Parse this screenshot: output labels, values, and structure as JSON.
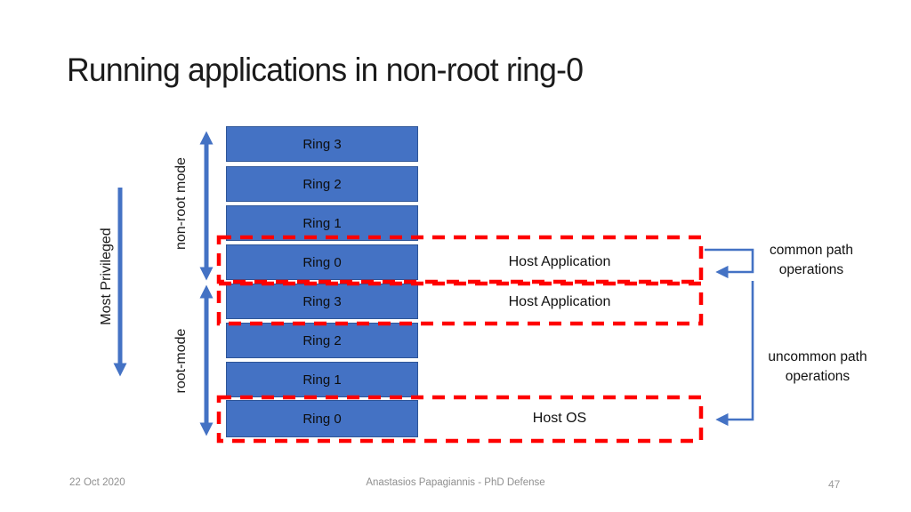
{
  "slide": {
    "title": "Running applications in non-root ring-0",
    "footer": {
      "date": "22 Oct 2020",
      "credit": "Anastasios Papagiannis - PhD Defense",
      "page_number": "47"
    }
  },
  "diagram": {
    "privilege_axis_label": "Most Privileged",
    "modes": {
      "non_root": "non-root mode",
      "root": "root-mode"
    },
    "rings": [
      "Ring 3",
      "Ring 2",
      "Ring 1",
      "Ring 0",
      "Ring 3",
      "Ring 2",
      "Ring 1",
      "Ring 0"
    ],
    "overlays": [
      "Host Application",
      "Host Application",
      "Host OS"
    ],
    "path_labels": {
      "common": "common path operations",
      "uncommon": "uncommon path operations"
    },
    "colors": {
      "ring_fill": "#4472C4",
      "ring_border": "#2E5597",
      "dashed_red": "#FF0000",
      "arrow_blue": "#4472C4"
    }
  }
}
